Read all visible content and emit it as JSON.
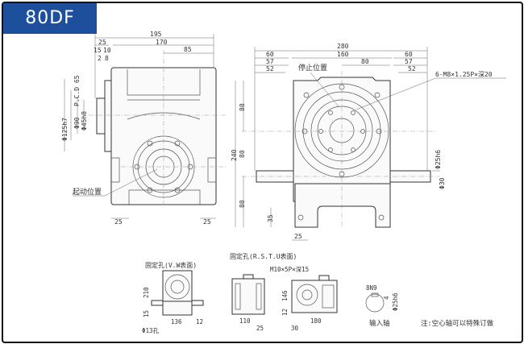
{
  "title": "80DF",
  "side_view": {
    "dims_top": [
      "195",
      "25",
      "170",
      "15",
      "10",
      "85",
      "2",
      "8"
    ],
    "dims_left": [
      "Φ125h7",
      "Φ90",
      "P.C.D 65",
      "Φ45h8"
    ],
    "dims_bottom": [
      "25",
      "25"
    ],
    "start_position_label": "起动位置"
  },
  "front_view": {
    "dims_top": [
      "280",
      "60",
      "160",
      "60",
      "57",
      "57",
      "52",
      "80",
      "52"
    ],
    "stop_position_label": "停止位置",
    "thread_note": "6-M8×1.25P×深20",
    "dims_left": [
      "80",
      "240",
      "80",
      "80"
    ],
    "dims_right": [
      "Φ25h6",
      "Φ30"
    ],
    "dims_bottom": [
      "35",
      "25"
    ]
  },
  "bottom_views": {
    "vw_label": "固定孔(V.W表面)",
    "rstu_label": "固定孔(R.S.T.U表面)",
    "vw_dims": [
      "210",
      "15",
      "136",
      "12",
      "Φ13孔"
    ],
    "rstu_thread": "M10×5P×深15",
    "rstu_dims": [
      "110",
      "25",
      "146",
      "12",
      "180",
      "30"
    ],
    "shaft_dims": [
      "8N9",
      "4",
      "Φ25h6"
    ],
    "shaft_label": "输入轴",
    "note": "注:空心轴可以特殊订做"
  }
}
